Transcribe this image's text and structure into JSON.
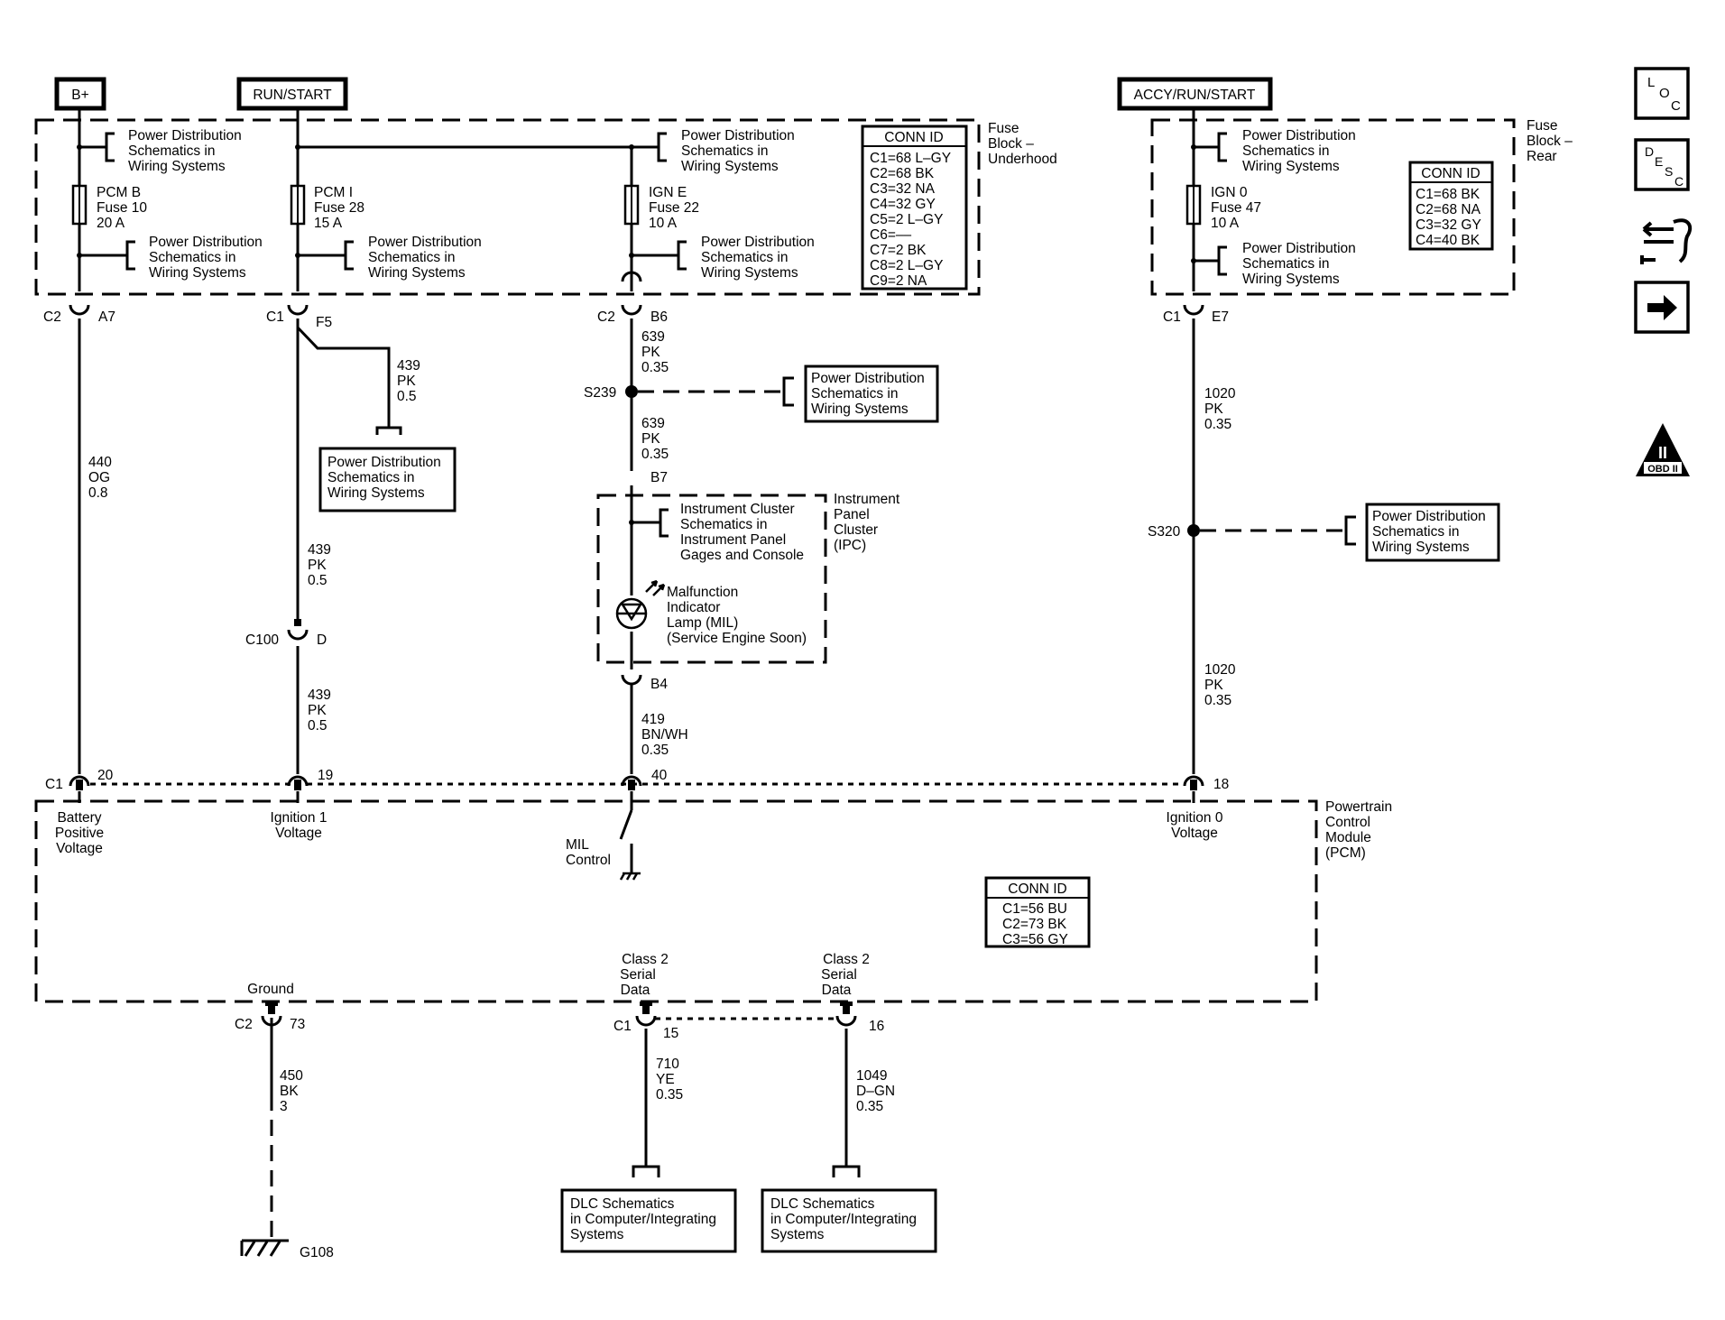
{
  "headers": {
    "bplus": "B+",
    "run_start": "RUN/START",
    "accy": "ACCY/RUN/START"
  },
  "fuse_block_underhood": [
    "Fuse",
    "Block –",
    "Underhood"
  ],
  "fuse_block_rear": [
    "Fuse",
    "Block –",
    "Rear"
  ],
  "conn_underhood": {
    "title": "CONN ID",
    "rows": [
      "C1=68 L–GY",
      "C2=68 BK",
      "C3=32 NA",
      "C4=32 GY",
      "C5=2 L–GY",
      "C6=––",
      "C7=2 BK",
      "C8=2 L–GY",
      "C9=2 NA"
    ]
  },
  "conn_rear": {
    "title": "CONN ID",
    "rows": [
      "C1=68 BK",
      "C2=68 NA",
      "C3=32 GY",
      "C4=40 BK"
    ]
  },
  "conn_pcm": {
    "title": "CONN ID",
    "rows": [
      "C1=56 BU",
      "C2=73 BK",
      "C3=56 GY"
    ]
  },
  "pd": [
    "Power Distribution",
    "Schematics in",
    "Wiring Systems"
  ],
  "pd_rear": [
    "Power Distribution",
    "Schematics in",
    "Wiring  Systems"
  ],
  "fuses": {
    "pcmb": [
      "PCM B",
      "Fuse 10",
      "20 A"
    ],
    "pcmi": [
      "PCM I",
      "Fuse 28",
      "15 A"
    ],
    "igne": [
      "IGN E",
      "Fuse 22",
      "10 A"
    ],
    "ign0": [
      "IGN 0",
      "Fuse 47",
      "10 A"
    ]
  },
  "connectors": {
    "c2": "C2",
    "a7": "A7",
    "c1": "C1",
    "f5": "F5",
    "b6": "B6",
    "e7": "E7",
    "b7": "B7",
    "b4": "B4",
    "c100": "C100",
    "d": "D",
    "p20": "20",
    "p19": "19",
    "p40": "40",
    "p18": "18",
    "p73": "73",
    "p15": "15",
    "p16": "16"
  },
  "splices": {
    "s239": "S239",
    "s320": "S320"
  },
  "wires": {
    "w440": [
      "440",
      "OG",
      "0.8"
    ],
    "w439a": [
      "439",
      "PK",
      "0.5"
    ],
    "w439b": [
      "439",
      "PK",
      "0.5"
    ],
    "w439c": [
      "439",
      "PK",
      "0.5"
    ],
    "w639a": [
      "639",
      "PK",
      "0.35"
    ],
    "w639b": [
      "639",
      "PK",
      "0.35"
    ],
    "w419": [
      "419",
      "BN/WH",
      "0.35"
    ],
    "w1020a": [
      "1020",
      "PK",
      "0.35"
    ],
    "w1020b": [
      "1020",
      "PK",
      "0.35"
    ],
    "w450": [
      "450",
      "BK",
      "3"
    ],
    "w710": [
      "710",
      "YE",
      "0.35"
    ],
    "w1049": [
      "1049",
      "D–GN",
      "0.35"
    ]
  },
  "ipc": {
    "label": [
      "Instrument",
      "Panel",
      "Cluster",
      "(IPC)"
    ],
    "ref": [
      "Instrument  Cluster",
      "Schematics in",
      "Instrument Panel",
      "Gages and Console"
    ],
    "mil": [
      "Malfunction",
      "Indicator",
      "Lamp (MIL)",
      "(Service Engine Soon)"
    ]
  },
  "pcm": {
    "label": [
      "Powertrain",
      "Control",
      "Module",
      "(PCM)"
    ],
    "batt": [
      "Battery",
      "Positive",
      "Voltage"
    ],
    "ign1": [
      "Ignition 1",
      "Voltage"
    ],
    "mil": [
      "MIL",
      "Control"
    ],
    "ign0": [
      "Ignition 0",
      "Voltage"
    ],
    "ground": "Ground",
    "class2": [
      "Class 2",
      "Serial",
      "Data"
    ]
  },
  "dlc": [
    "DLC Schematics",
    "in Computer/Integrating",
    "Systems"
  ],
  "ground_ref": "G108",
  "nav": {
    "loc": [
      "L",
      "O",
      "C"
    ],
    "desc": [
      "D",
      "E",
      "S",
      "C"
    ],
    "obd": "OBD II",
    "obd_numeral": "II"
  }
}
